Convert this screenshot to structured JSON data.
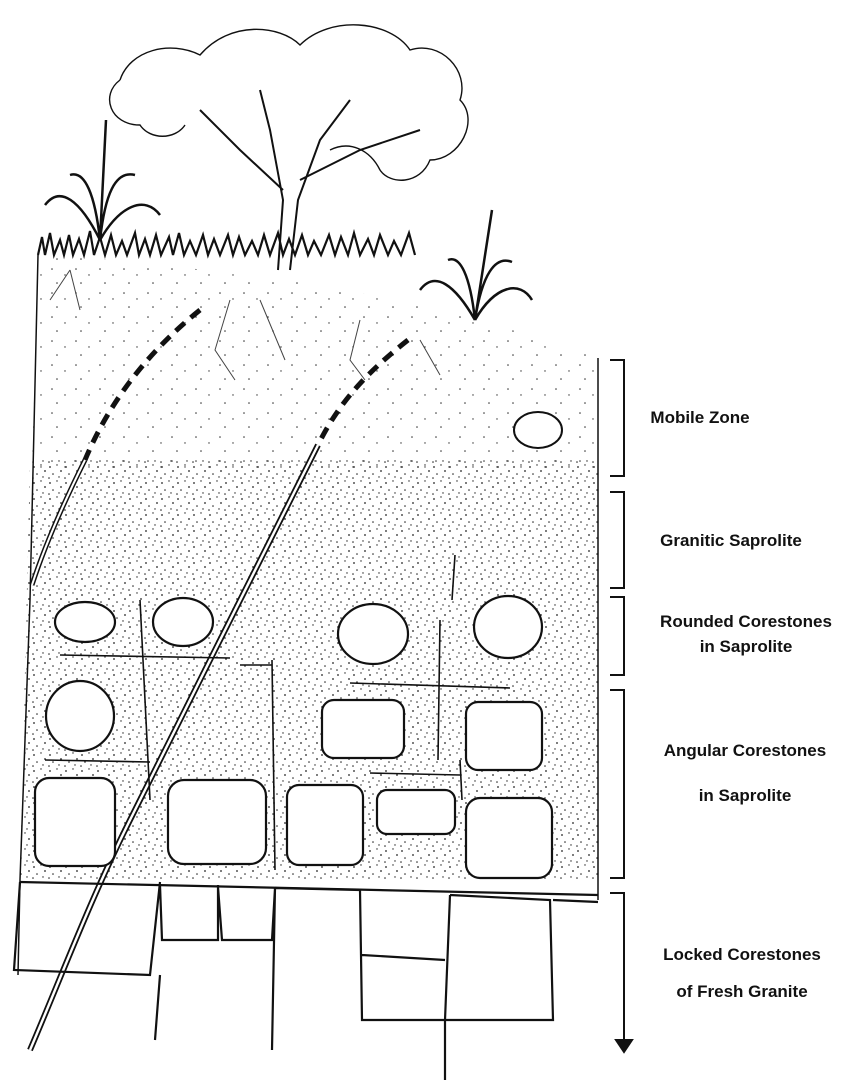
{
  "zones": [
    {
      "id": "mobile",
      "lines": [
        "Mobile Zone"
      ]
    },
    {
      "id": "saprolite",
      "lines": [
        "Granitic Saprolite"
      ]
    },
    {
      "id": "rounded",
      "lines": [
        "Rounded Corestones",
        "in Saprolite"
      ]
    },
    {
      "id": "angular",
      "lines": [
        "Angular Corestones",
        "in Saprolite"
      ]
    },
    {
      "id": "locked",
      "lines": [
        "Locked Corestones",
        "of Fresh Granite"
      ]
    }
  ]
}
